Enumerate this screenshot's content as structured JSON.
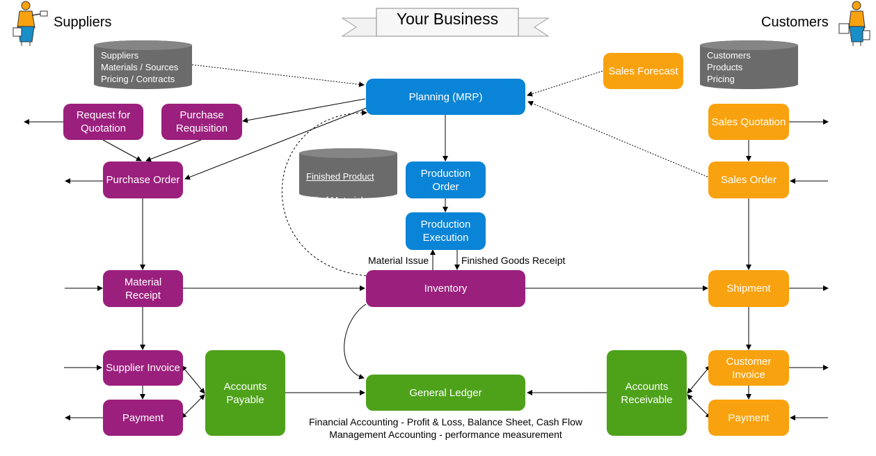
{
  "header": {
    "title": "Your Business",
    "suppliers_label": "Suppliers",
    "customers_label": "Customers"
  },
  "databases": {
    "supplier_data": "Suppliers\nMaterials / Sources\nPricing / Contracts",
    "customer_data": "Customers\nProducts\nPricing",
    "product_data_first": "Finished Product",
    "product_data_rest": "Bill of Materials\nRouting"
  },
  "nodes": {
    "planning": "Planning (MRP)",
    "sales_forecast": "Sales Forecast",
    "request_for_quotation": "Request for Quotation",
    "purchase_requisition": "Purchase Requisition",
    "purchase_order": "Purchase Order",
    "production_order": "Production Order",
    "production_execution": "Production Execution",
    "material_receipt": "Material Receipt",
    "inventory": "Inventory",
    "shipment": "Shipment",
    "sales_quotation": "Sales Quotation",
    "sales_order": "Sales Order",
    "supplier_invoice": "Supplier Invoice",
    "supplier_payment": "Payment",
    "accounts_payable": "Accounts Payable",
    "general_ledger": "General Ledger",
    "accounts_receivable": "Accounts Receivable",
    "customer_invoice": "Customer Invoice",
    "customer_payment": "Payment"
  },
  "labels": {
    "material_issue": "Material Issue",
    "finished_goods_receipt": "Finished Goods Receipt",
    "footnote_line1": "Financial Accounting - Profit & Loss, Balance Sheet, Cash Flow",
    "footnote_line2": "Management Accounting - performance measurement"
  },
  "colors": {
    "purchasing": "#9b1f7c",
    "planning": "#0a84d6",
    "sales": "#f9a20f",
    "accounting": "#4ea21a",
    "database": "#6b6b6b"
  }
}
